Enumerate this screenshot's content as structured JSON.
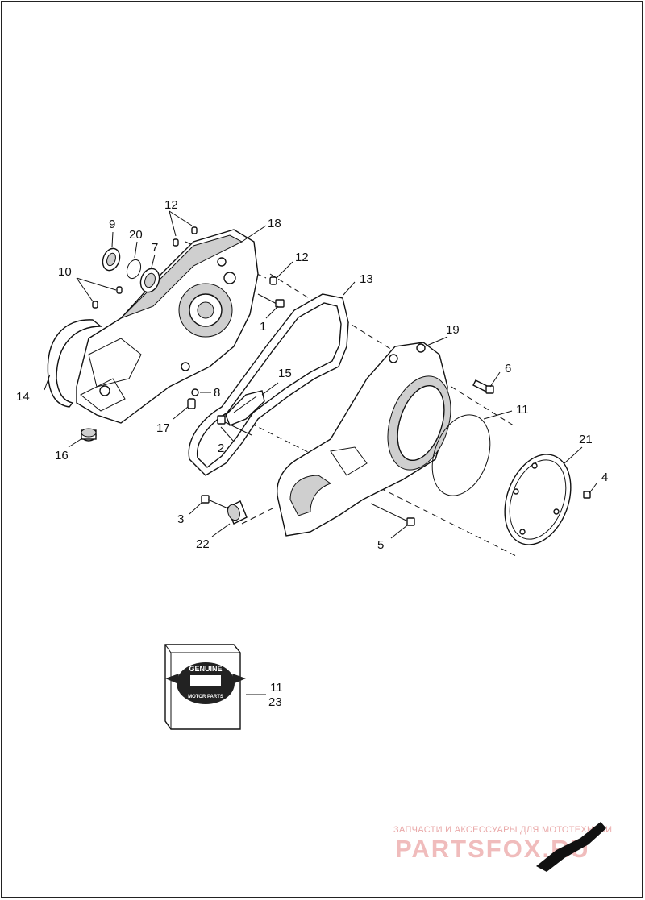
{
  "callouts": {
    "c1": "1",
    "c2": "2",
    "c3": "3",
    "c4": "4",
    "c5": "5",
    "c6": "6",
    "c7": "7",
    "c8": "8",
    "c9": "9",
    "c10": "10",
    "c11a": "11",
    "c11b": "11",
    "c12a": "12",
    "c12b": "12",
    "c13": "13",
    "c14": "14",
    "c15": "15",
    "c16": "16",
    "c17": "17",
    "c18": "18",
    "c19": "19",
    "c20": "20",
    "c21": "21",
    "c22": "22",
    "c23": "23"
  },
  "kit_logo": {
    "line1": "GENUINE",
    "line2": "MOTOR PARTS"
  },
  "watermark": {
    "tagline": "ЗАПЧАСТИ И АКСЕССУАРЫ ДЛЯ МОТОТЕХНИКИ",
    "brand": "PARTSFOX.RU"
  }
}
